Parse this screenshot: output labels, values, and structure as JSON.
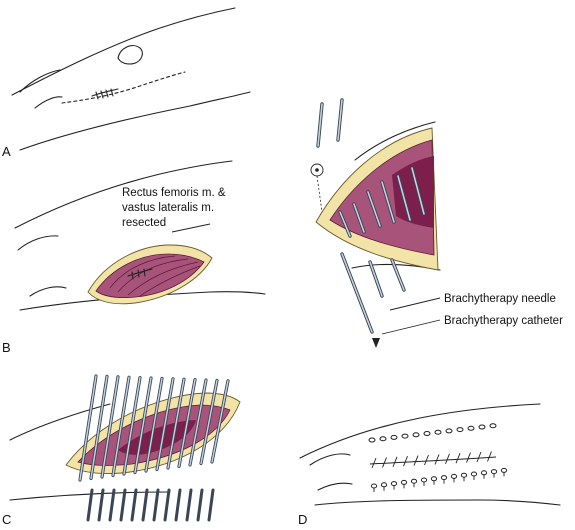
{
  "panels": {
    "a": {
      "letter": "A"
    },
    "b": {
      "letter": "B",
      "annotation": [
        "Rectus femoris m. &",
        "vastus lateralis m.",
        "resected"
      ]
    },
    "c": {
      "letter": "C"
    },
    "d": {
      "letter": "D"
    },
    "inset": {
      "needle_label": "Brachytherapy needle",
      "catheter_label": "Brachytherapy catheter"
    }
  },
  "colors": {
    "fat": "#f2e3a6",
    "muscle": "#a8547a",
    "muscle_dark": "#7c1f4d",
    "needle": "#b7c6d6",
    "outline": "#222222"
  }
}
